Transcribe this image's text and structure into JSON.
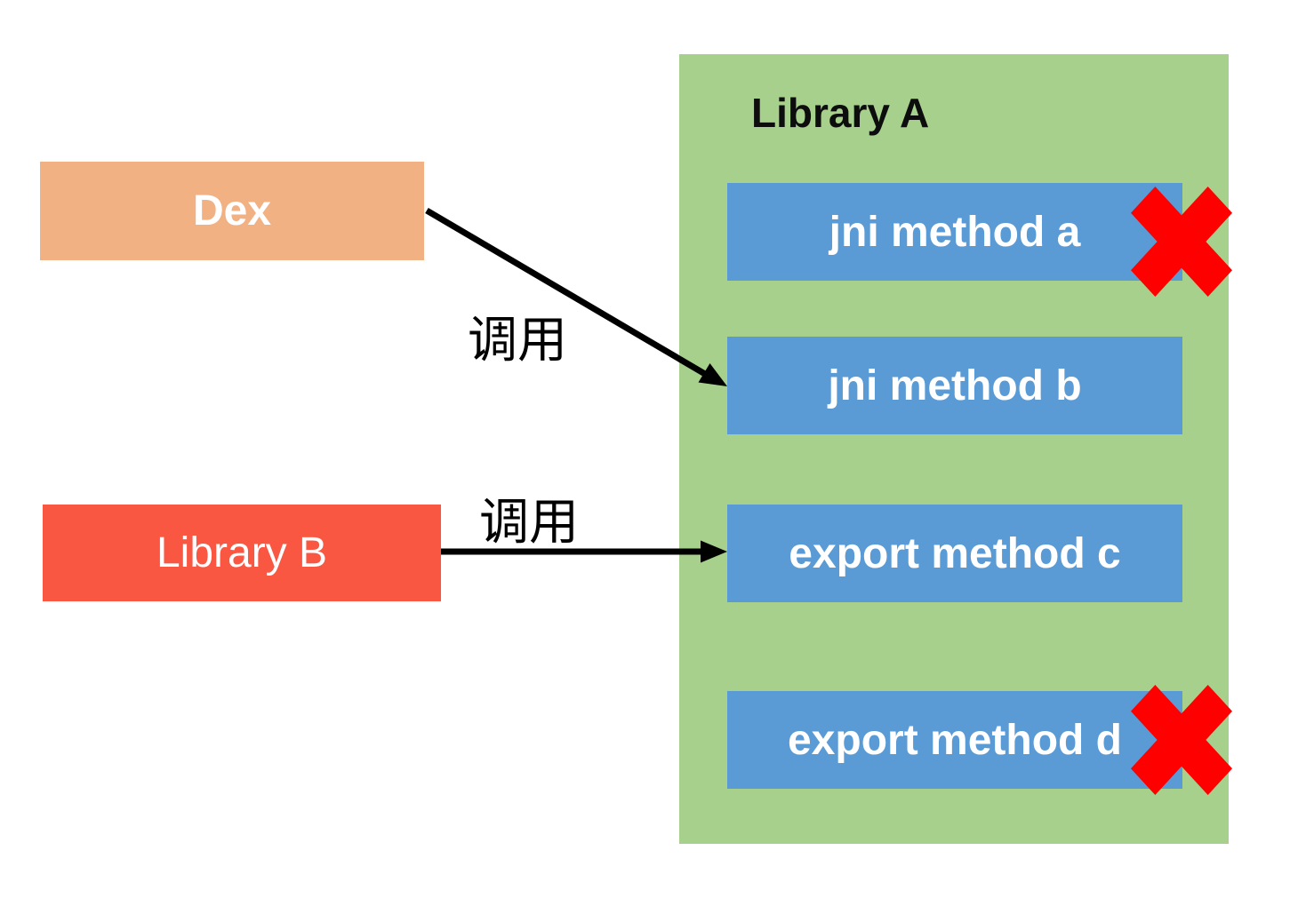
{
  "diagram": {
    "library_a": {
      "title": "Library A",
      "fill": "#A6D08B",
      "method_fill": "#5B9BD5",
      "methods": [
        {
          "label": "jni method a",
          "blocked": true
        },
        {
          "label": "jni method b",
          "blocked": false
        },
        {
          "label": "export method c",
          "blocked": false
        },
        {
          "label": "export method d",
          "blocked": true
        }
      ]
    },
    "dex": {
      "label": "Dex",
      "fill": "#F2B183"
    },
    "library_b": {
      "label": "Library B",
      "fill": "#FA5743"
    },
    "arrows": [
      {
        "from": "Dex",
        "to": "jni method b",
        "label": "调用"
      },
      {
        "from": "Library B",
        "to": "export method c",
        "label": "调用"
      }
    ],
    "arrow_color": "#000000",
    "blocked_x_color": "#FE0000",
    "background": "#ffffff"
  }
}
